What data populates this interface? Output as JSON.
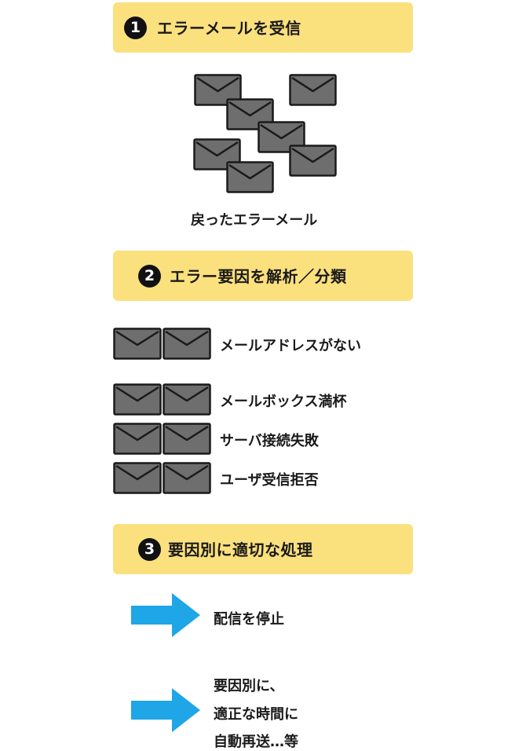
{
  "steps": [
    {
      "number": "1",
      "title": "エラーメールを受信"
    },
    {
      "number": "2",
      "title": "エラー要因を解析／分類"
    },
    {
      "number": "3",
      "title": "要因別に適切な処理"
    }
  ],
  "returned_mail_caption": "戻ったエラーメール",
  "categories": [
    {
      "label": "メールアドレスがない"
    },
    {
      "label": "メールボックス満杯"
    },
    {
      "label": "サーバ接続失敗"
    },
    {
      "label": "ユーザ受信拒否"
    }
  ],
  "actions": [
    {
      "lines": [
        "配信を停止"
      ]
    },
    {
      "lines": [
        "要因別に、",
        "適正な時間に",
        "自動再送…等"
      ]
    }
  ],
  "colors": {
    "banner": "#fbe07e",
    "envelope_fill": "#6e6e6e",
    "envelope_stroke": "#1a1a1a",
    "arrow": "#1ea6e6"
  },
  "icons": {
    "envelope": "envelope-icon",
    "arrow": "arrow-right-icon"
  }
}
